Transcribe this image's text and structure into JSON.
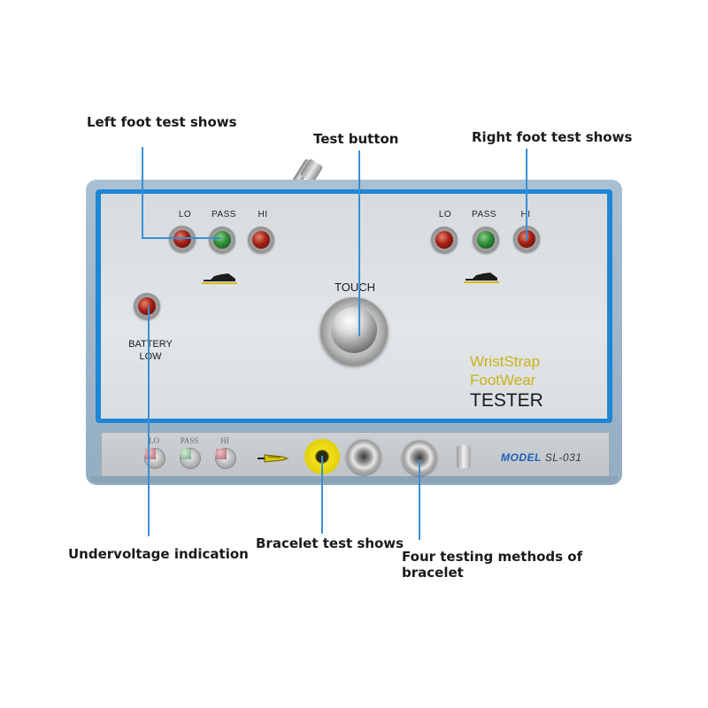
{
  "callouts": {
    "left_foot": "Left foot test shows",
    "test_button": "Test button",
    "right_foot": "Right foot test shows",
    "undervoltage": "Undervoltage indication",
    "bracelet_test": "Bracelet test shows",
    "four_methods_line1": "Four testing methods of",
    "four_methods_line2": "bracelet"
  },
  "device": {
    "left_leds": [
      {
        "label": "LO",
        "color": "red"
      },
      {
        "label": "PASS",
        "color": "green"
      },
      {
        "label": "HI",
        "color": "red"
      }
    ],
    "right_leds": [
      {
        "label": "LO",
        "color": "red"
      },
      {
        "label": "PASS",
        "color": "green"
      },
      {
        "label": "HI",
        "color": "red"
      }
    ],
    "touch_label": "TOUCH",
    "battery_label_line1": "BATTERY",
    "battery_label_line2": "LOW",
    "brand_line1": "WristStrap",
    "brand_line2": "FootWear",
    "brand_line3": "TESTER",
    "front_leds": [
      {
        "label": "LO",
        "color": "pale-red"
      },
      {
        "label": "PASS",
        "color": "pale-green"
      },
      {
        "label": "HI",
        "color": "pale-red"
      }
    ],
    "model_prefix": "MODEL",
    "model_number": "SL-031"
  },
  "colors": {
    "leader_line": "#3a8fd6",
    "panel_trim": "#1f86d6",
    "brand_yellow": "#c9b21a"
  }
}
